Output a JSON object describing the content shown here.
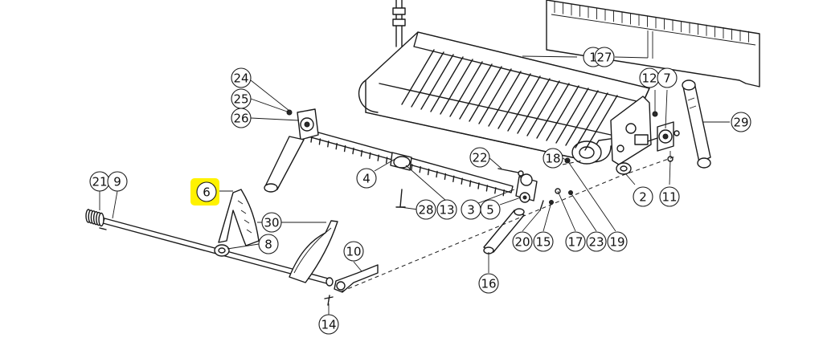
{
  "highlight_color": "#fff200",
  "line_color": "#1a1a1a",
  "highlighted_callout": "6",
  "callouts": [
    {
      "id": "c1",
      "label": "1"
    },
    {
      "id": "c27",
      "label": "27"
    },
    {
      "id": "c12",
      "label": "12"
    },
    {
      "id": "c7",
      "label": "7"
    },
    {
      "id": "c29",
      "label": "29"
    },
    {
      "id": "c24",
      "label": "24"
    },
    {
      "id": "c25",
      "label": "25"
    },
    {
      "id": "c26",
      "label": "26"
    },
    {
      "id": "c22",
      "label": "22"
    },
    {
      "id": "c18",
      "label": "18"
    },
    {
      "id": "c4",
      "label": "4"
    },
    {
      "id": "c2",
      "label": "2"
    },
    {
      "id": "c11",
      "label": "11"
    },
    {
      "id": "c21",
      "label": "21"
    },
    {
      "id": "c9",
      "label": "9"
    },
    {
      "id": "c6",
      "label": "6"
    },
    {
      "id": "c28",
      "label": "28"
    },
    {
      "id": "c13",
      "label": "13"
    },
    {
      "id": "c3",
      "label": "3"
    },
    {
      "id": "c5",
      "label": "5"
    },
    {
      "id": "c30",
      "label": "30"
    },
    {
      "id": "c8",
      "label": "8"
    },
    {
      "id": "c20",
      "label": "20"
    },
    {
      "id": "c15",
      "label": "15"
    },
    {
      "id": "c17",
      "label": "17"
    },
    {
      "id": "c23",
      "label": "23"
    },
    {
      "id": "c19",
      "label": "19"
    },
    {
      "id": "c10",
      "label": "10"
    },
    {
      "id": "c16",
      "label": "16"
    },
    {
      "id": "c14",
      "label": "14"
    }
  ]
}
